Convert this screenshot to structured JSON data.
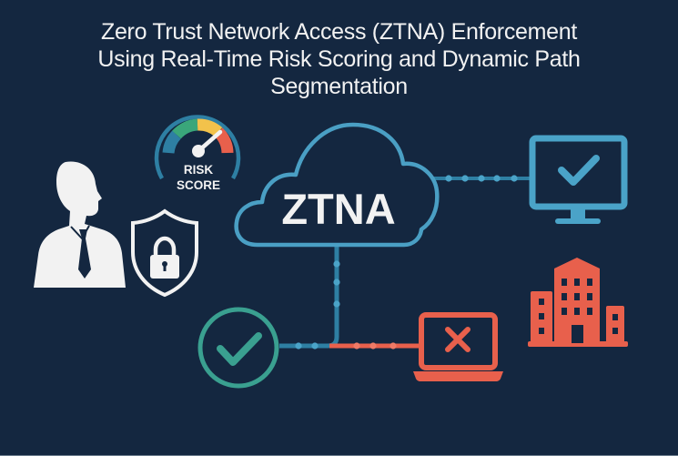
{
  "title": {
    "line1": "Zero Trust Network Access (ZTNA) Enforcement",
    "line2": "Using Real-Time Risk Scoring and Dynamic Path",
    "line3": "Segmentation"
  },
  "gauge": {
    "label_line1": "RISK",
    "label_line2": "SCORE",
    "segments": [
      "#2e7fa3",
      "#3aa67a",
      "#f2c24b",
      "#e8604c"
    ]
  },
  "cloud": {
    "label": "ZTNA"
  },
  "icons": {
    "user": "user-icon",
    "shield": "shield-lock-icon",
    "gauge": "risk-gauge-icon",
    "cloud": "cloud-icon",
    "monitor_allowed": "monitor-check-icon",
    "check_allowed": "circle-check-icon",
    "laptop_denied": "laptop-x-icon",
    "building": "building-icon"
  },
  "colors": {
    "background": "#142740",
    "blue_path": "#2e7fa3",
    "blue_light": "#4aa3c8",
    "teal": "#3aa090",
    "red": "#e8604c",
    "white": "#f2f2f2"
  }
}
